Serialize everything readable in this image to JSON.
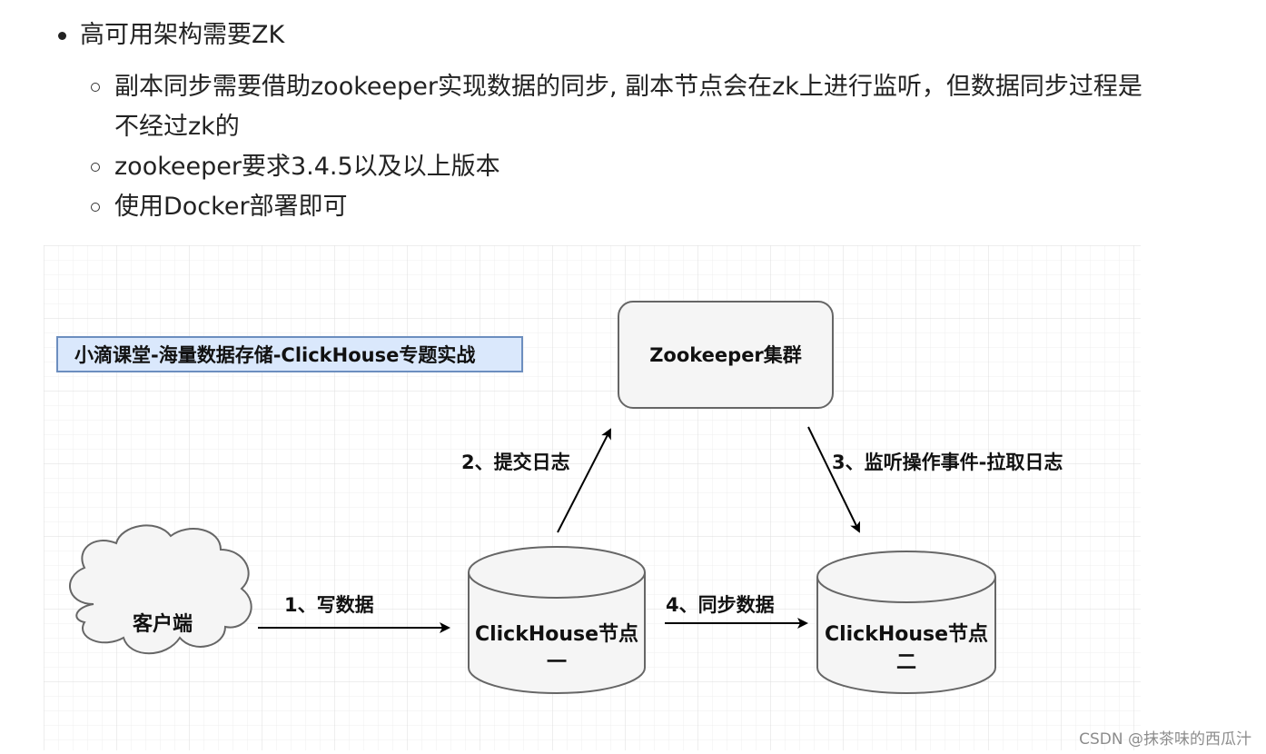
{
  "list": {
    "heading": "高可用架构需要ZK",
    "items": [
      "副本同步需要借助zookeeper实现数据的同步, 副本节点会在zk上进行监听，但数据同步过程是不经过zk的",
      "zookeeper要求3.4.5以及以上版本",
      "使用Docker部署即可"
    ]
  },
  "diagram": {
    "title_box": "小滴课堂-海量数据存储-ClickHouse专题实战",
    "zookeeper_box": "Zookeeper集群",
    "client_cloud": "客户端",
    "node1": {
      "line1": "ClickHouse节点",
      "line2": "一"
    },
    "node2": {
      "line1": "ClickHouse节点",
      "line2": "二"
    },
    "arrows": {
      "write": "1、写数据",
      "submit_log": "2、提交日志",
      "listen_pull": "3、监听操作事件-拉取日志",
      "sync": "4、同步数据"
    },
    "colors": {
      "title_box_fill": "#dae8fc",
      "title_box_stroke": "#6c8ebf",
      "shape_fill": "#f5f5f5",
      "shape_stroke": "#666666",
      "grid": "#e6e6e6"
    }
  },
  "watermark": "CSDN @抹茶味的西瓜汁"
}
